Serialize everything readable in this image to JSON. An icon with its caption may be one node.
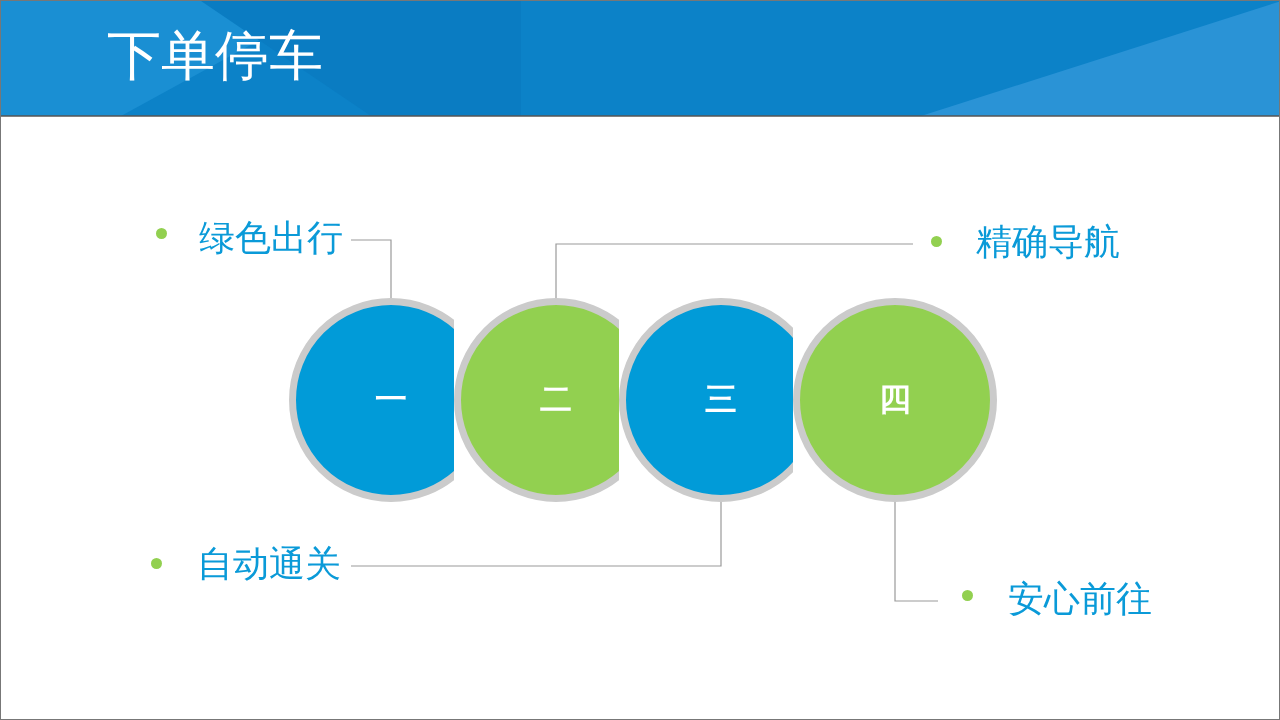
{
  "diagram": {
    "title": "下单停车",
    "nodes": [
      {
        "text": [
          "绿色出行"
        ]
      },
      {
        "text": [
          "精确导航"
        ]
      },
      {
        "text": [
          "一"
        ]
      },
      {
        "text": [
          "二"
        ]
      },
      {
        "text": [
          "三"
        ]
      },
      {
        "text": [
          "四"
        ]
      },
      {
        "text": [
          "自动通关"
        ]
      },
      {
        "text": [
          "安心前往"
        ]
      }
    ],
    "edges": [
      {
        "from": 0,
        "to": 2,
        "arrow": "none"
      },
      {
        "from": 1,
        "to": 3,
        "arrow": "none"
      },
      {
        "from": 6,
        "to": 4,
        "arrow": "none"
      },
      {
        "from": 7,
        "to": 5,
        "arrow": "none"
      }
    ]
  }
}
